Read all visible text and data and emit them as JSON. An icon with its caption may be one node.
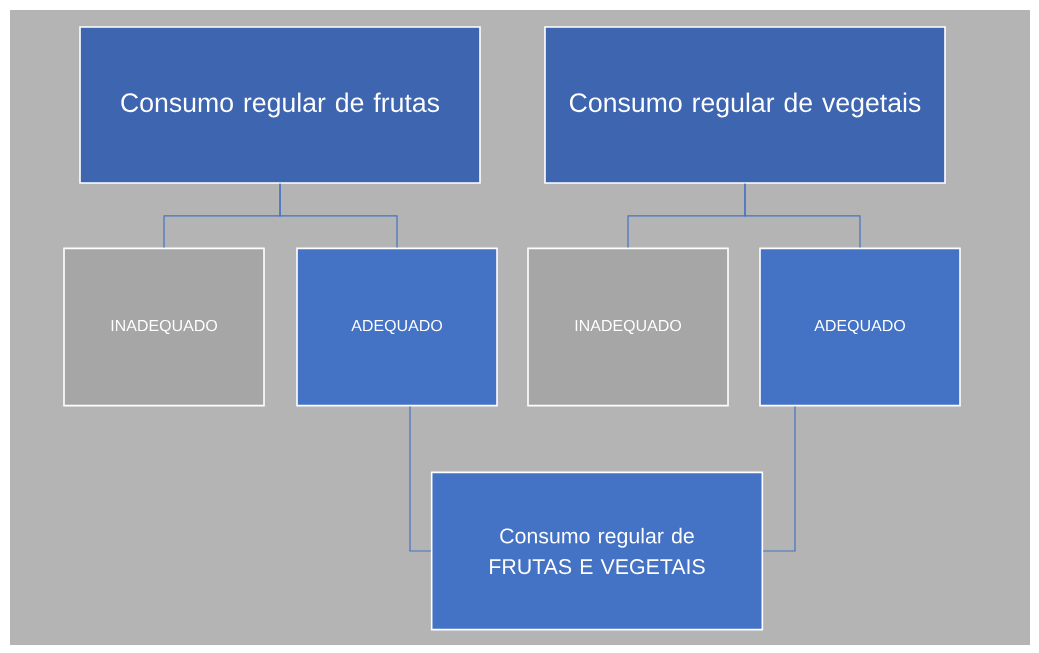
{
  "diagram": {
    "nodes": [
      {
        "text": [
          "Consumo regular de frutas"
        ]
      },
      {
        "text": [
          "Consumo regular de vegetais"
        ]
      },
      {
        "text": [
          "INADEQUADO"
        ]
      },
      {
        "text": [
          "ADEQUADO"
        ]
      },
      {
        "text": [
          "INADEQUADO"
        ]
      },
      {
        "text": [
          "ADEQUADO"
        ]
      },
      {
        "text": [
          "Consumo regular de FRUTAS E VEGETAIS"
        ]
      }
    ],
    "edges": [
      {
        "from": 0,
        "to": 2,
        "arrow": "none"
      },
      {
        "from": 0,
        "to": 3,
        "arrow": "none"
      },
      {
        "from": 1,
        "to": 4,
        "arrow": "none"
      },
      {
        "from": 1,
        "to": 5,
        "arrow": "none"
      },
      {
        "from": 3,
        "to": 6,
        "arrow": "none"
      },
      {
        "from": 5,
        "to": 6,
        "arrow": "none"
      }
    ]
  }
}
